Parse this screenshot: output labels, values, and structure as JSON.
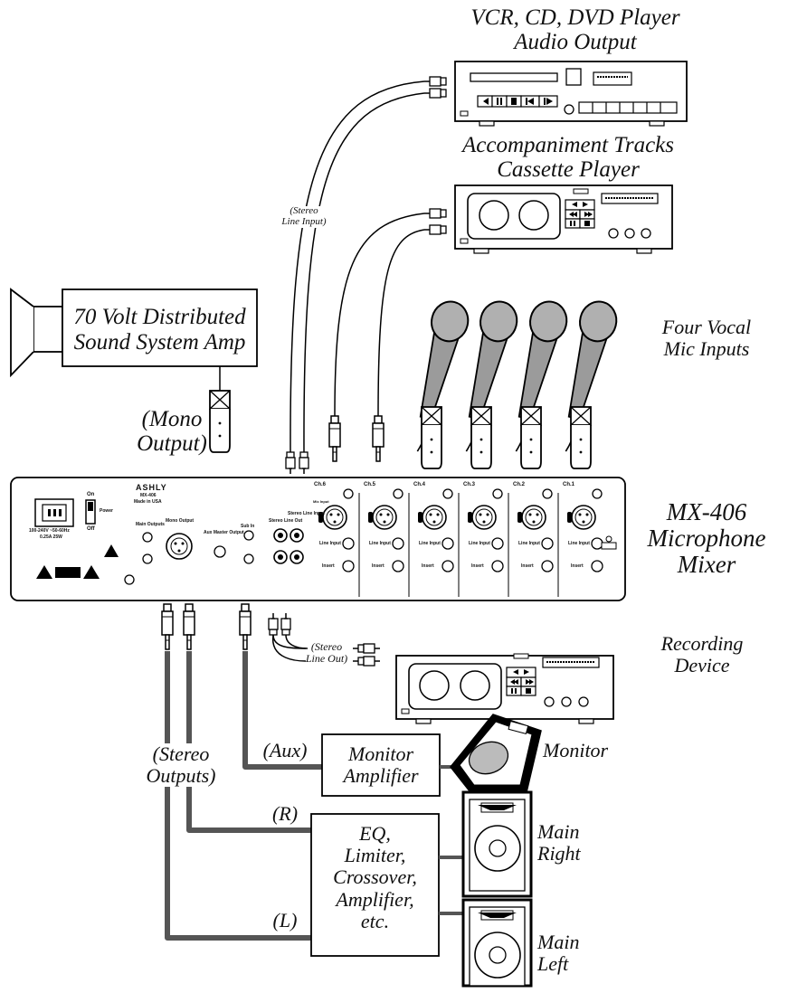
{
  "sources": {
    "vcr_label": [
      "VCR, CD, DVD Player",
      "Audio Output"
    ],
    "cassette_label": [
      "Accompaniment Tracks",
      "Cassette Player"
    ],
    "stereo_line_input": [
      "(Stereo",
      "Line Input)"
    ]
  },
  "mics": {
    "label": [
      "Four Vocal",
      "Mic Inputs"
    ]
  },
  "distributed_amp": {
    "label": [
      "70 Volt Distributed",
      "Sound System Amp"
    ],
    "mono_output": [
      "(Mono",
      "Output)"
    ]
  },
  "mixer": {
    "label": [
      "MX-406",
      "Microphone",
      "Mixer"
    ],
    "brand": "ASHLY",
    "model": "MX-406",
    "made_in": "Made in USA",
    "power_on": "On",
    "power_off": "Off",
    "power_label": "Power",
    "voltage": "100-240V ~50-60Hz",
    "current": "0.25A 25W",
    "main_outputs": "Main Outputs",
    "mono_output_label": "Mono Output",
    "aux_master": "Aux Master Output",
    "sub_in": "Sub In",
    "stereo_line_out": "Stereo Line Out",
    "stereo_line_input": "Stereo Line Input",
    "channels": [
      "Ch.6",
      "Ch.5",
      "Ch.4",
      "Ch.3",
      "Ch.2",
      "Ch.1"
    ],
    "mic_input": "Mic Input",
    "line_input": "Line Input",
    "insert": "Insert"
  },
  "recording": {
    "label": [
      "Recording",
      "Device"
    ],
    "stereo_line_out": [
      "(Stereo",
      "Line Out)"
    ]
  },
  "outputs": {
    "stereo_outputs": [
      "(Stereo",
      "Outputs)"
    ],
    "aux": "(Aux)",
    "r": "(R)",
    "l": "(L)"
  },
  "monitor_amp": {
    "label": [
      "Monitor",
      "Amplifier"
    ],
    "monitor": "Monitor"
  },
  "processing": {
    "label": [
      "EQ,",
      "Limiter,",
      "Crossover,",
      "Amplifier,",
      "etc."
    ]
  },
  "speakers": {
    "main_right": [
      "Main",
      "Right"
    ],
    "main_left": [
      "Main",
      "Left"
    ]
  }
}
